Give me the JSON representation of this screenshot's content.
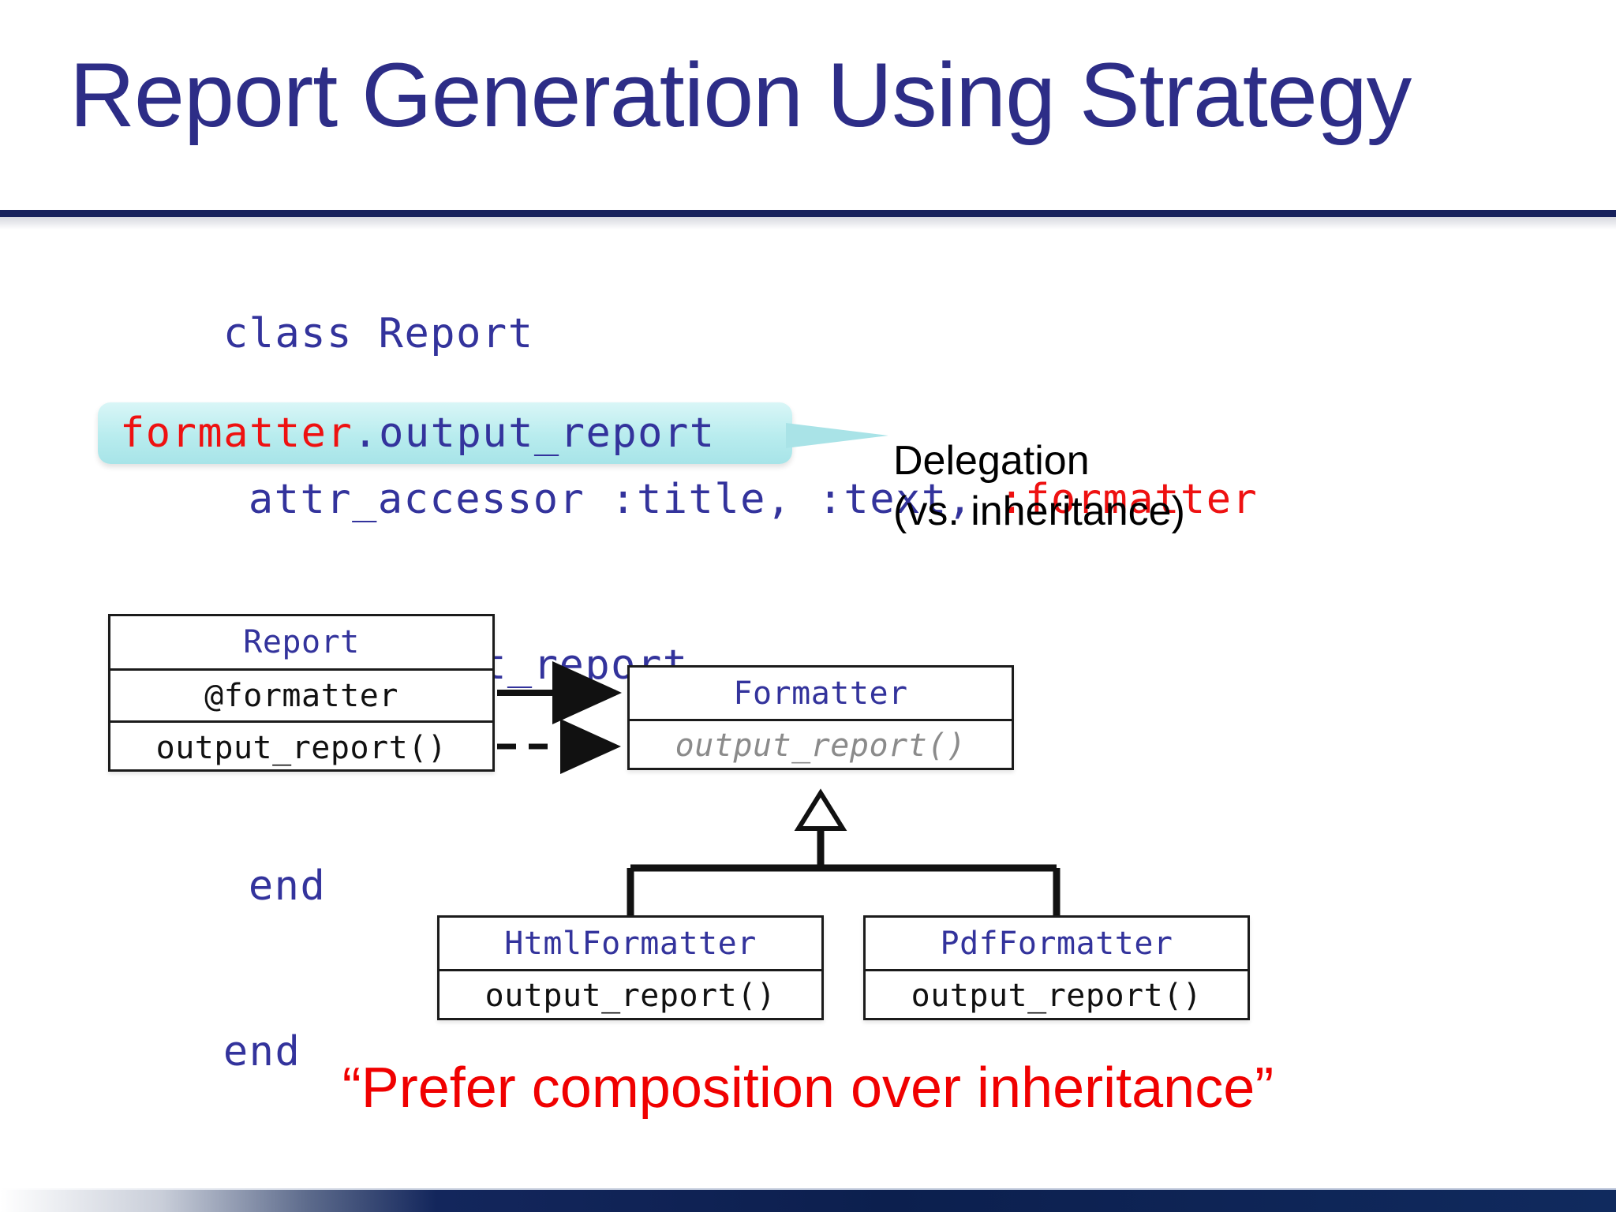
{
  "slide": {
    "title": "Report Generation Using Strategy",
    "accent_title_color": "#2d2d87",
    "rule_color": "#17215c",
    "bottom_bar_color": "#0c1f4e"
  },
  "code": {
    "language": "ruby",
    "text_color": "#33339c",
    "highlight_color": "#ee1111",
    "lines": [
      {
        "id": "l1",
        "indent": 0,
        "plain": "class Report"
      },
      {
        "id": "l2",
        "indent": 1,
        "plain": "attr_accessor :title, :text, ",
        "red": ":formatter"
      },
      {
        "id": "l3",
        "indent": 1,
        "plain": "def output_report"
      },
      {
        "id": "l5",
        "indent": 1,
        "plain": "end"
      },
      {
        "id": "l6",
        "indent": 0,
        "plain": "end"
      }
    ],
    "callout_line": {
      "red_part": "formatter",
      "plain_part": ".output_report",
      "bubble_color": "#b8ecee"
    }
  },
  "annotation": {
    "delegation_text": "Delegation\n(vs. inheritance)"
  },
  "uml": {
    "boxes": [
      {
        "id": "report",
        "name": "Report",
        "attribute": "@formatter",
        "method": "output_report()"
      },
      {
        "id": "formatter",
        "name": "Formatter",
        "method": "output_report()",
        "abstract": true
      },
      {
        "id": "html",
        "name": "HtmlFormatter",
        "method": "output_report()"
      },
      {
        "id": "pdf",
        "name": "PdfFormatter",
        "method": "output_report()"
      }
    ],
    "relations": [
      {
        "from": "Report",
        "to": "Formatter",
        "kind": "association",
        "style": "solid-arrow"
      },
      {
        "from": "Report.output_report()",
        "to": "Formatter.output_report()",
        "kind": "dependency",
        "style": "dashed-arrow"
      },
      {
        "from": "HtmlFormatter",
        "to": "Formatter",
        "kind": "generalization",
        "style": "hollow-triangle"
      },
      {
        "from": "PdfFormatter",
        "to": "Formatter",
        "kind": "generalization",
        "style": "hollow-triangle"
      }
    ]
  },
  "quote": {
    "text": "“Prefer composition over inheritance”",
    "color": "#f00000"
  }
}
